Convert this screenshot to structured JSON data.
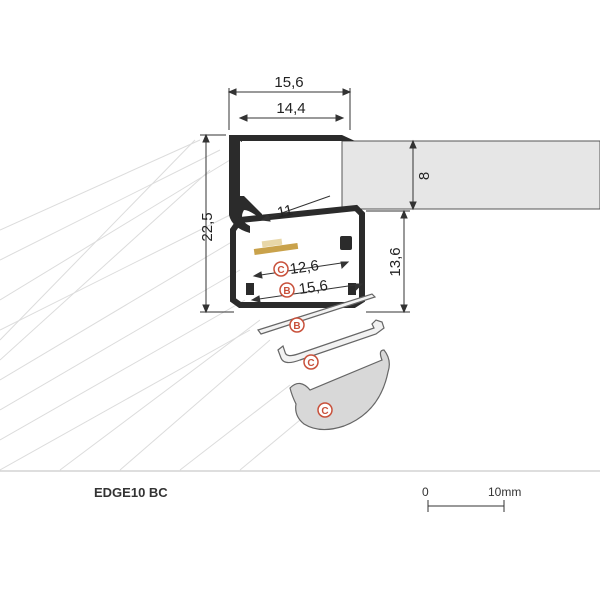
{
  "product": {
    "title": "EDGE10 BC"
  },
  "dimensions": {
    "outer_width": "15,6",
    "inner_width": "14,4",
    "height": "22,5",
    "panel_thickness": "8",
    "clip_depth": "11",
    "channel_width": "12,6",
    "diffuser_width": "15,6",
    "side_height": "13,6"
  },
  "parts": {
    "b": "B",
    "c": "C"
  },
  "scale": {
    "start": "0",
    "end": "10mm"
  },
  "colors": {
    "profile": "#2b2b2b",
    "panel_fill": "#e6e6e6",
    "diffuser_fill": "#d8d8d8",
    "callout_red": "#c8503a",
    "line": "#333333"
  }
}
